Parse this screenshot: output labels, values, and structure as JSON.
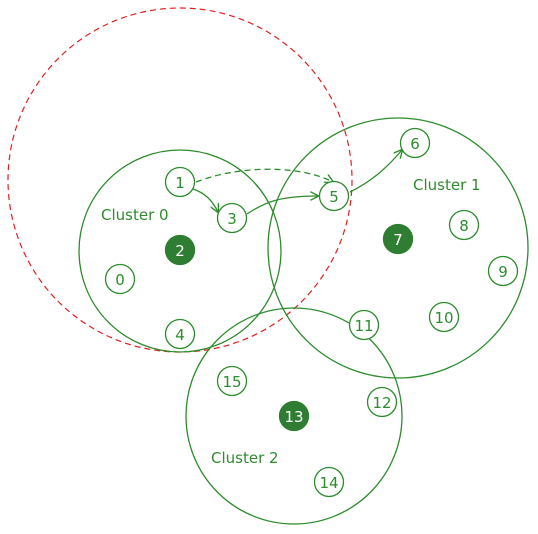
{
  "colors": {
    "primary_green": "#2e8b2e",
    "head_fill": "#2e7d32",
    "range_red": "#e02020"
  },
  "clusters": [
    {
      "label": "Cluster 0",
      "head": "2"
    },
    {
      "label": "Cluster 1",
      "head": "7"
    },
    {
      "label": "Cluster 2",
      "head": "13"
    }
  ],
  "nodes": [
    {
      "id": "0",
      "role": "member"
    },
    {
      "id": "1",
      "role": "member"
    },
    {
      "id": "2",
      "role": "cluster-head"
    },
    {
      "id": "3",
      "role": "member"
    },
    {
      "id": "4",
      "role": "member"
    },
    {
      "id": "5",
      "role": "member"
    },
    {
      "id": "6",
      "role": "member"
    },
    {
      "id": "7",
      "role": "cluster-head"
    },
    {
      "id": "8",
      "role": "member"
    },
    {
      "id": "9",
      "role": "member"
    },
    {
      "id": "10",
      "role": "member"
    },
    {
      "id": "11",
      "role": "member"
    },
    {
      "id": "12",
      "role": "member"
    },
    {
      "id": "13",
      "role": "cluster-head"
    },
    {
      "id": "14",
      "role": "member"
    },
    {
      "id": "15",
      "role": "member"
    }
  ],
  "edges": [
    {
      "from": "1",
      "to": "3",
      "style": "solid"
    },
    {
      "from": "3",
      "to": "5",
      "style": "solid"
    },
    {
      "from": "5",
      "to": "6",
      "style": "solid"
    },
    {
      "from": "1",
      "to": "5",
      "style": "dashed"
    }
  ]
}
